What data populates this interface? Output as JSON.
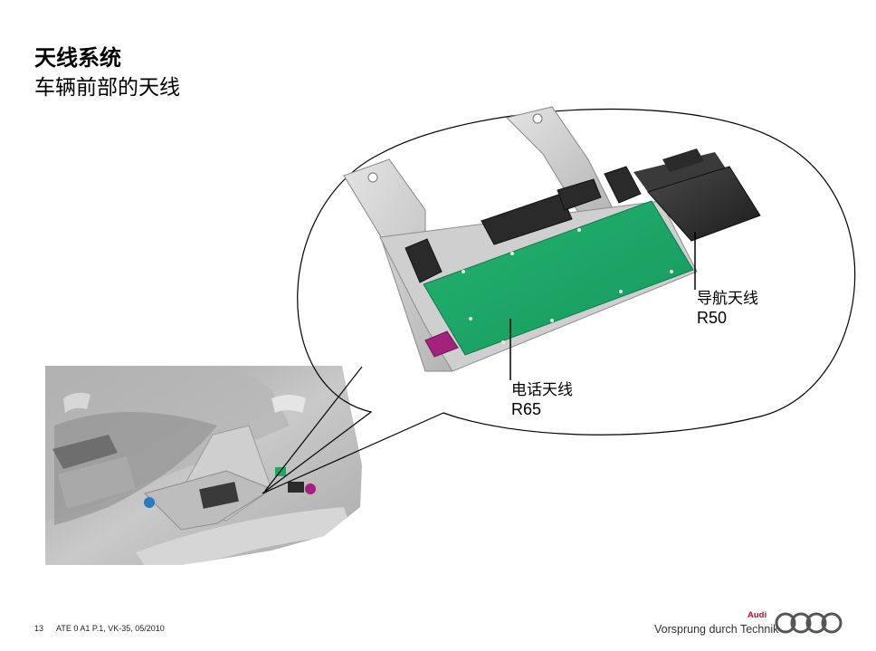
{
  "header": {
    "title": "天线系统",
    "subtitle": "车辆前部的天线"
  },
  "callouts": {
    "navigation": {
      "label": "导航天线",
      "code": "R50"
    },
    "phone": {
      "label": "电话天线",
      "code": "R65"
    }
  },
  "footer": {
    "page": "13",
    "reference": "ATE 0 A1 P.1, VK-35, 05/2010",
    "slogan": "Vorsprung durch Technik",
    "brand": "Audi"
  },
  "colors": {
    "brand_red": "#cc0033",
    "circuit_board": "#1ea868",
    "connector": "#2a2a2a",
    "fakra_violet": "#a2227e",
    "fakra_blue": "#2a7ac0",
    "bracket": "#c8c8c8"
  }
}
